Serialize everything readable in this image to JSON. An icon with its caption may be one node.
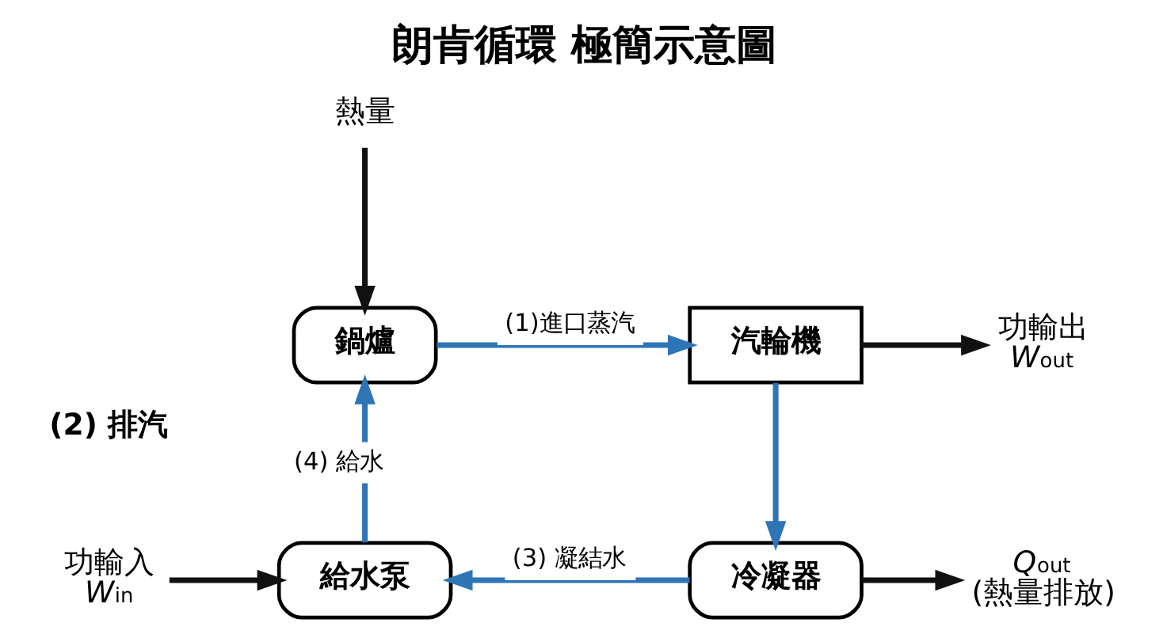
{
  "diagram": {
    "title": "朗肯循環 極簡示意圖",
    "nodes": [
      {
        "text": [
          "鍋爐"
        ]
      },
      {
        "text": [
          "汽輪機"
        ]
      },
      {
        "text": [
          "冷凝器"
        ]
      },
      {
        "text": [
          "給水泵"
        ]
      },
      {
        "text": [
          "熱量"
        ]
      },
      {
        "text": [
          "功輸出",
          "*W*$_{out}$"
        ]
      },
      {
        "text": [
          "*Q*$_{out}$",
          "(熱量排放)"
        ]
      },
      {
        "text": [
          "功輸入",
          "*W*$_{in}$"
        ]
      }
    ],
    "edges": [
      {
        "from": 0,
        "to": 1,
        "arrow": "to",
        "label": "(1)進口蒸汽",
        "color": "#2e75b6"
      },
      {
        "from": 1,
        "to": 2,
        "arrow": "to",
        "color": "#2e75b6"
      },
      {
        "from": 2,
        "to": 3,
        "arrow": "to",
        "label": "(3) 凝結水",
        "color": "#2e75b6"
      },
      {
        "from": 3,
        "to": 0,
        "arrow": "to",
        "label": "(4) 給水",
        "color": "#2e75b6"
      },
      {
        "from": 4,
        "to": 0,
        "arrow": "to",
        "color": "#111111"
      },
      {
        "from": 1,
        "to": 5,
        "arrow": "to",
        "color": "#111111"
      },
      {
        "from": 2,
        "to": 6,
        "arrow": "to",
        "color": "#111111"
      },
      {
        "from": 7,
        "to": 3,
        "arrow": "to",
        "color": "#111111"
      }
    ],
    "labels": [
      "(2) 排汽"
    ]
  }
}
